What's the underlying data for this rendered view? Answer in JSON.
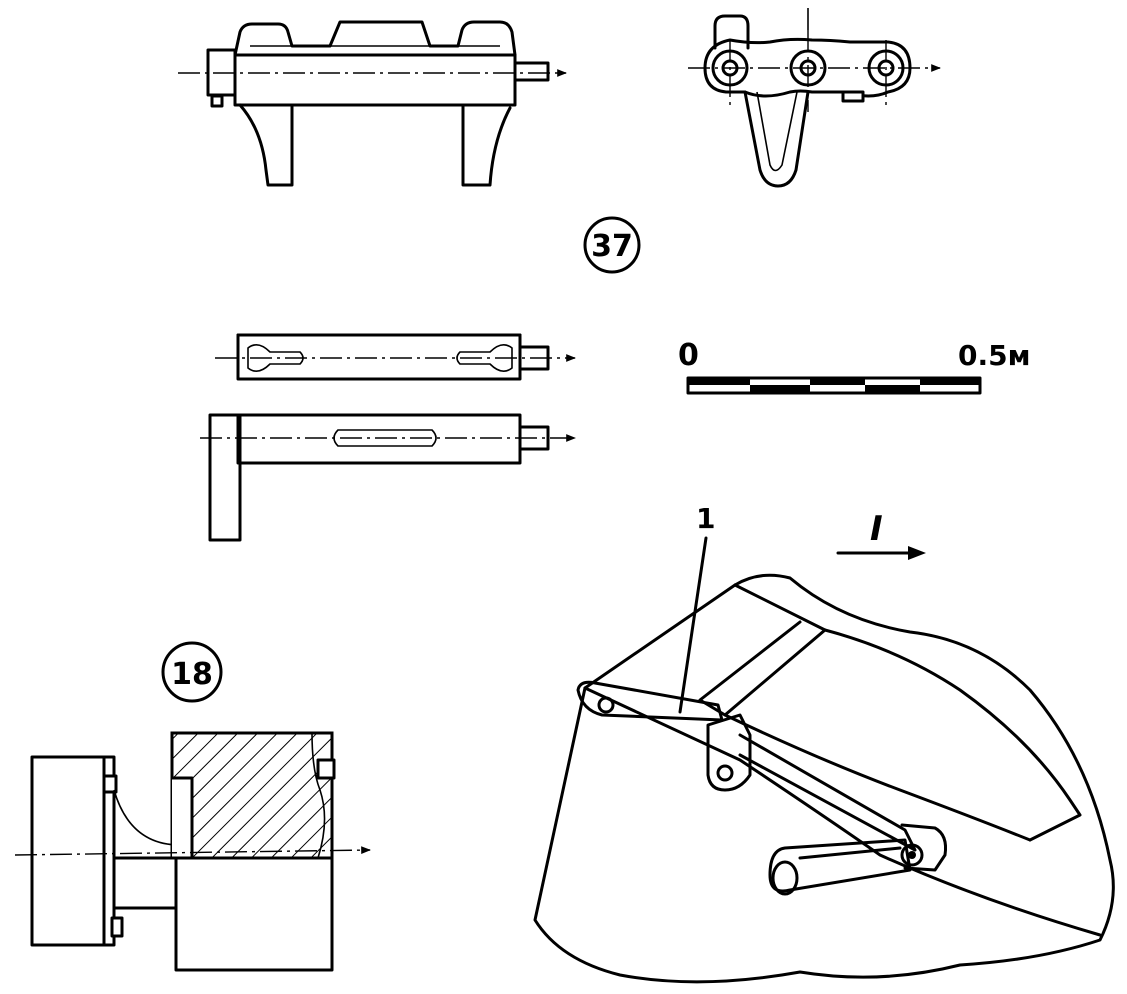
{
  "figure_labels": {
    "fig37": "37",
    "fig18": "18"
  },
  "callouts": {
    "part1": "1",
    "view": "I"
  },
  "scale_bar": {
    "start": "0",
    "end": "0.5м"
  }
}
